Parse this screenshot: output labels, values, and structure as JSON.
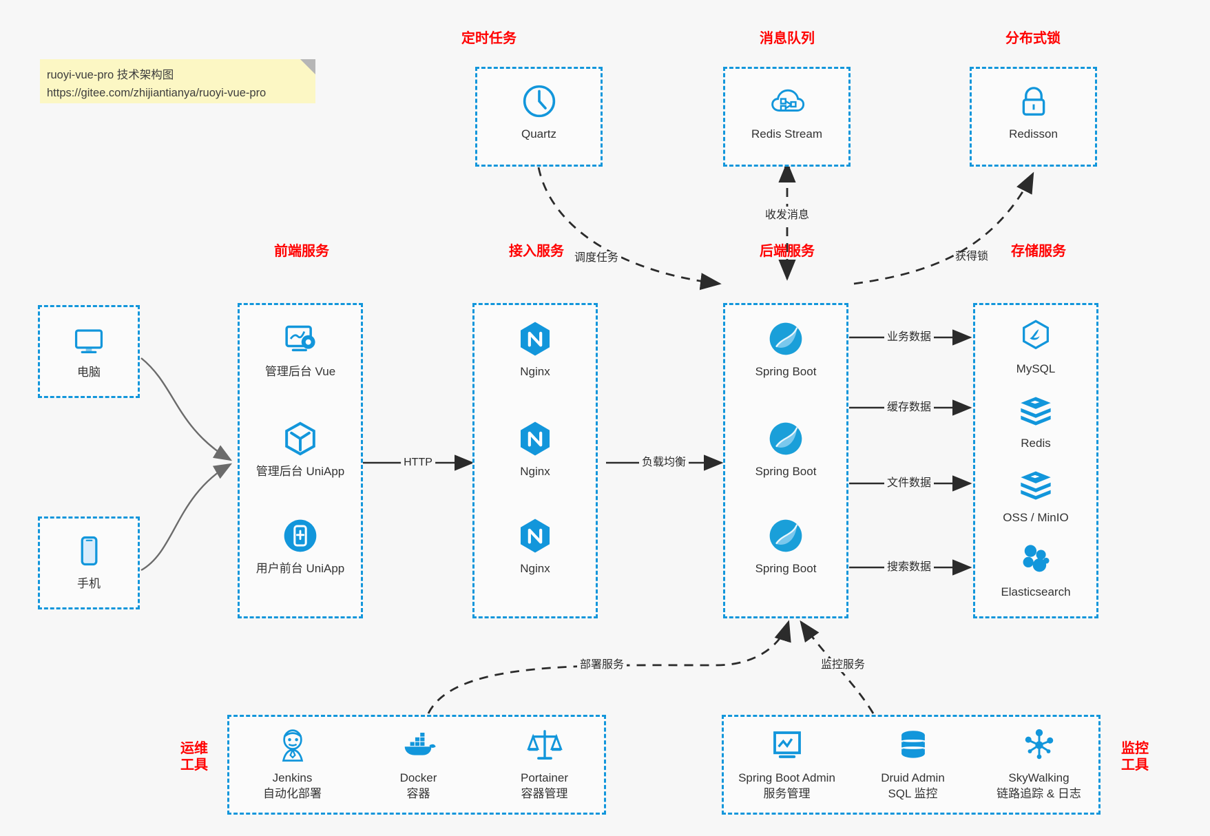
{
  "note": {
    "line1": "ruoyi-vue-pro 技术架构图",
    "line2": "https://gitee.com/zhijiantianya/ruoyi-vue-pro"
  },
  "colors": {
    "accent": "#1296db",
    "title": "#ff0000",
    "canvas": "#f7f7f7",
    "note_bg": "#fcf7c4",
    "edge": "#2b2b2b"
  },
  "groups": {
    "scheduled_task": {
      "title": "定时任务",
      "items": [
        {
          "label": "Quartz",
          "icon": "clock-icon"
        }
      ]
    },
    "message_queue": {
      "title": "消息队列",
      "items": [
        {
          "label": "Redis Stream",
          "icon": "cloud-network-icon"
        }
      ]
    },
    "distributed_lock": {
      "title": "分布式锁",
      "items": [
        {
          "label": "Redisson",
          "icon": "lock-icon"
        }
      ]
    },
    "clients": {
      "items": [
        {
          "label": "电脑",
          "icon": "desktop-icon"
        },
        {
          "label": "手机",
          "icon": "mobile-icon"
        }
      ]
    },
    "frontend": {
      "title": "前端服务",
      "items": [
        {
          "label": "管理后台 Vue",
          "icon": "dashboard-settings-icon"
        },
        {
          "label": "管理后台 UniApp",
          "icon": "cube-icon"
        },
        {
          "label": "用户前台 UniApp",
          "icon": "phone-app-icon"
        }
      ]
    },
    "gateway": {
      "title": "接入服务",
      "items": [
        {
          "label": "Nginx",
          "icon": "nginx-icon"
        },
        {
          "label": "Nginx",
          "icon": "nginx-icon"
        },
        {
          "label": "Nginx",
          "icon": "nginx-icon"
        }
      ]
    },
    "backend": {
      "title": "后端服务",
      "items": [
        {
          "label": "Spring Boot",
          "icon": "spring-boot-icon"
        },
        {
          "label": "Spring Boot",
          "icon": "spring-boot-icon"
        },
        {
          "label": "Spring Boot",
          "icon": "spring-boot-icon"
        }
      ]
    },
    "storage": {
      "title": "存储服务",
      "items": [
        {
          "label": "MySQL",
          "icon": "mysql-icon"
        },
        {
          "label": "Redis",
          "icon": "redis-icon"
        },
        {
          "label": "OSS / MinIO",
          "icon": "oss-minio-icon"
        },
        {
          "label": "Elasticsearch",
          "icon": "elasticsearch-icon"
        }
      ]
    },
    "devops": {
      "title_line1": "运维",
      "title_line2": "工具",
      "items": [
        {
          "label": "Jenkins",
          "sub": "自动化部署",
          "icon": "jenkins-icon"
        },
        {
          "label": "Docker",
          "sub": "容器",
          "icon": "docker-icon"
        },
        {
          "label": "Portainer",
          "sub": "容器管理",
          "icon": "portainer-icon"
        }
      ]
    },
    "monitor": {
      "title_line1": "监控",
      "title_line2": "工具",
      "items": [
        {
          "label": "Spring Boot Admin",
          "sub": "服务管理",
          "icon": "monitor-screen-icon"
        },
        {
          "label": "Druid Admin",
          "sub": "SQL 监控",
          "icon": "database-icon"
        },
        {
          "label": "SkyWalking",
          "sub": "链路追踪 & 日志",
          "icon": "skywalking-icon"
        }
      ]
    }
  },
  "edges": {
    "http": "HTTP",
    "load_balance": "负载均衡",
    "schedule_task": "调度任务",
    "send_receive_message": "收发消息",
    "acquire_lock": "获得锁",
    "business_data": "业务数据",
    "cache_data": "缓存数据",
    "file_data": "文件数据",
    "search_data": "搜索数据",
    "deploy_service": "部署服务",
    "monitor_service": "监控服务"
  }
}
